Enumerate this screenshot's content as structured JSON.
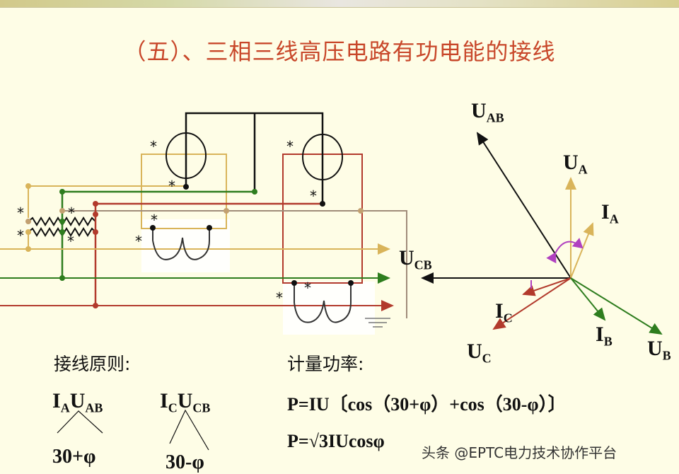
{
  "title": "（五）、三相三线高压电路有功电能的接线",
  "colors": {
    "background": "#fefde6",
    "title": "#c8472a",
    "phase_a": "#d9b45a",
    "phase_b": "#2e7d1e",
    "phase_c": "#c0392b",
    "neutral_gray": "#a08c7a",
    "angle_marker": "#b040c0"
  },
  "circuit": {
    "star_symbol": "*",
    "meter_elements": [
      "element-1",
      "element-2"
    ],
    "lines": [
      "A-phase (yellow)",
      "B-phase (green)",
      "C-phase (red)"
    ],
    "ground_symbol": "ground"
  },
  "phasor": {
    "labels": {
      "U_AB": {
        "main": "U",
        "sub": "AB"
      },
      "U_A": {
        "main": "U",
        "sub": "A"
      },
      "I_A": {
        "main": "I",
        "sub": "A"
      },
      "U_CB": {
        "main": "U",
        "sub": "CB"
      },
      "I_C": {
        "main": "I",
        "sub": "C"
      },
      "U_C": {
        "main": "U",
        "sub": "C"
      },
      "I_B": {
        "main": "I",
        "sub": "B"
      },
      "U_B": {
        "main": "U",
        "sub": "B"
      }
    }
  },
  "principle": {
    "heading": "接线原则:",
    "pair1": {
      "I": "I",
      "Isub": "A",
      "U": "U",
      "Usub": "AB",
      "angle": "30+φ"
    },
    "pair2": {
      "I": "I",
      "Isub": "C",
      "U": "U",
      "Usub": "CB",
      "angle": "30-φ"
    }
  },
  "power": {
    "heading": "计量功率:",
    "formula1": "P=IU〔cos（30+φ）+cos（30-φ）〕",
    "formula2": "P=√3IUcosφ"
  },
  "watermark": "头条 @EPTC电力技术协作平台"
}
